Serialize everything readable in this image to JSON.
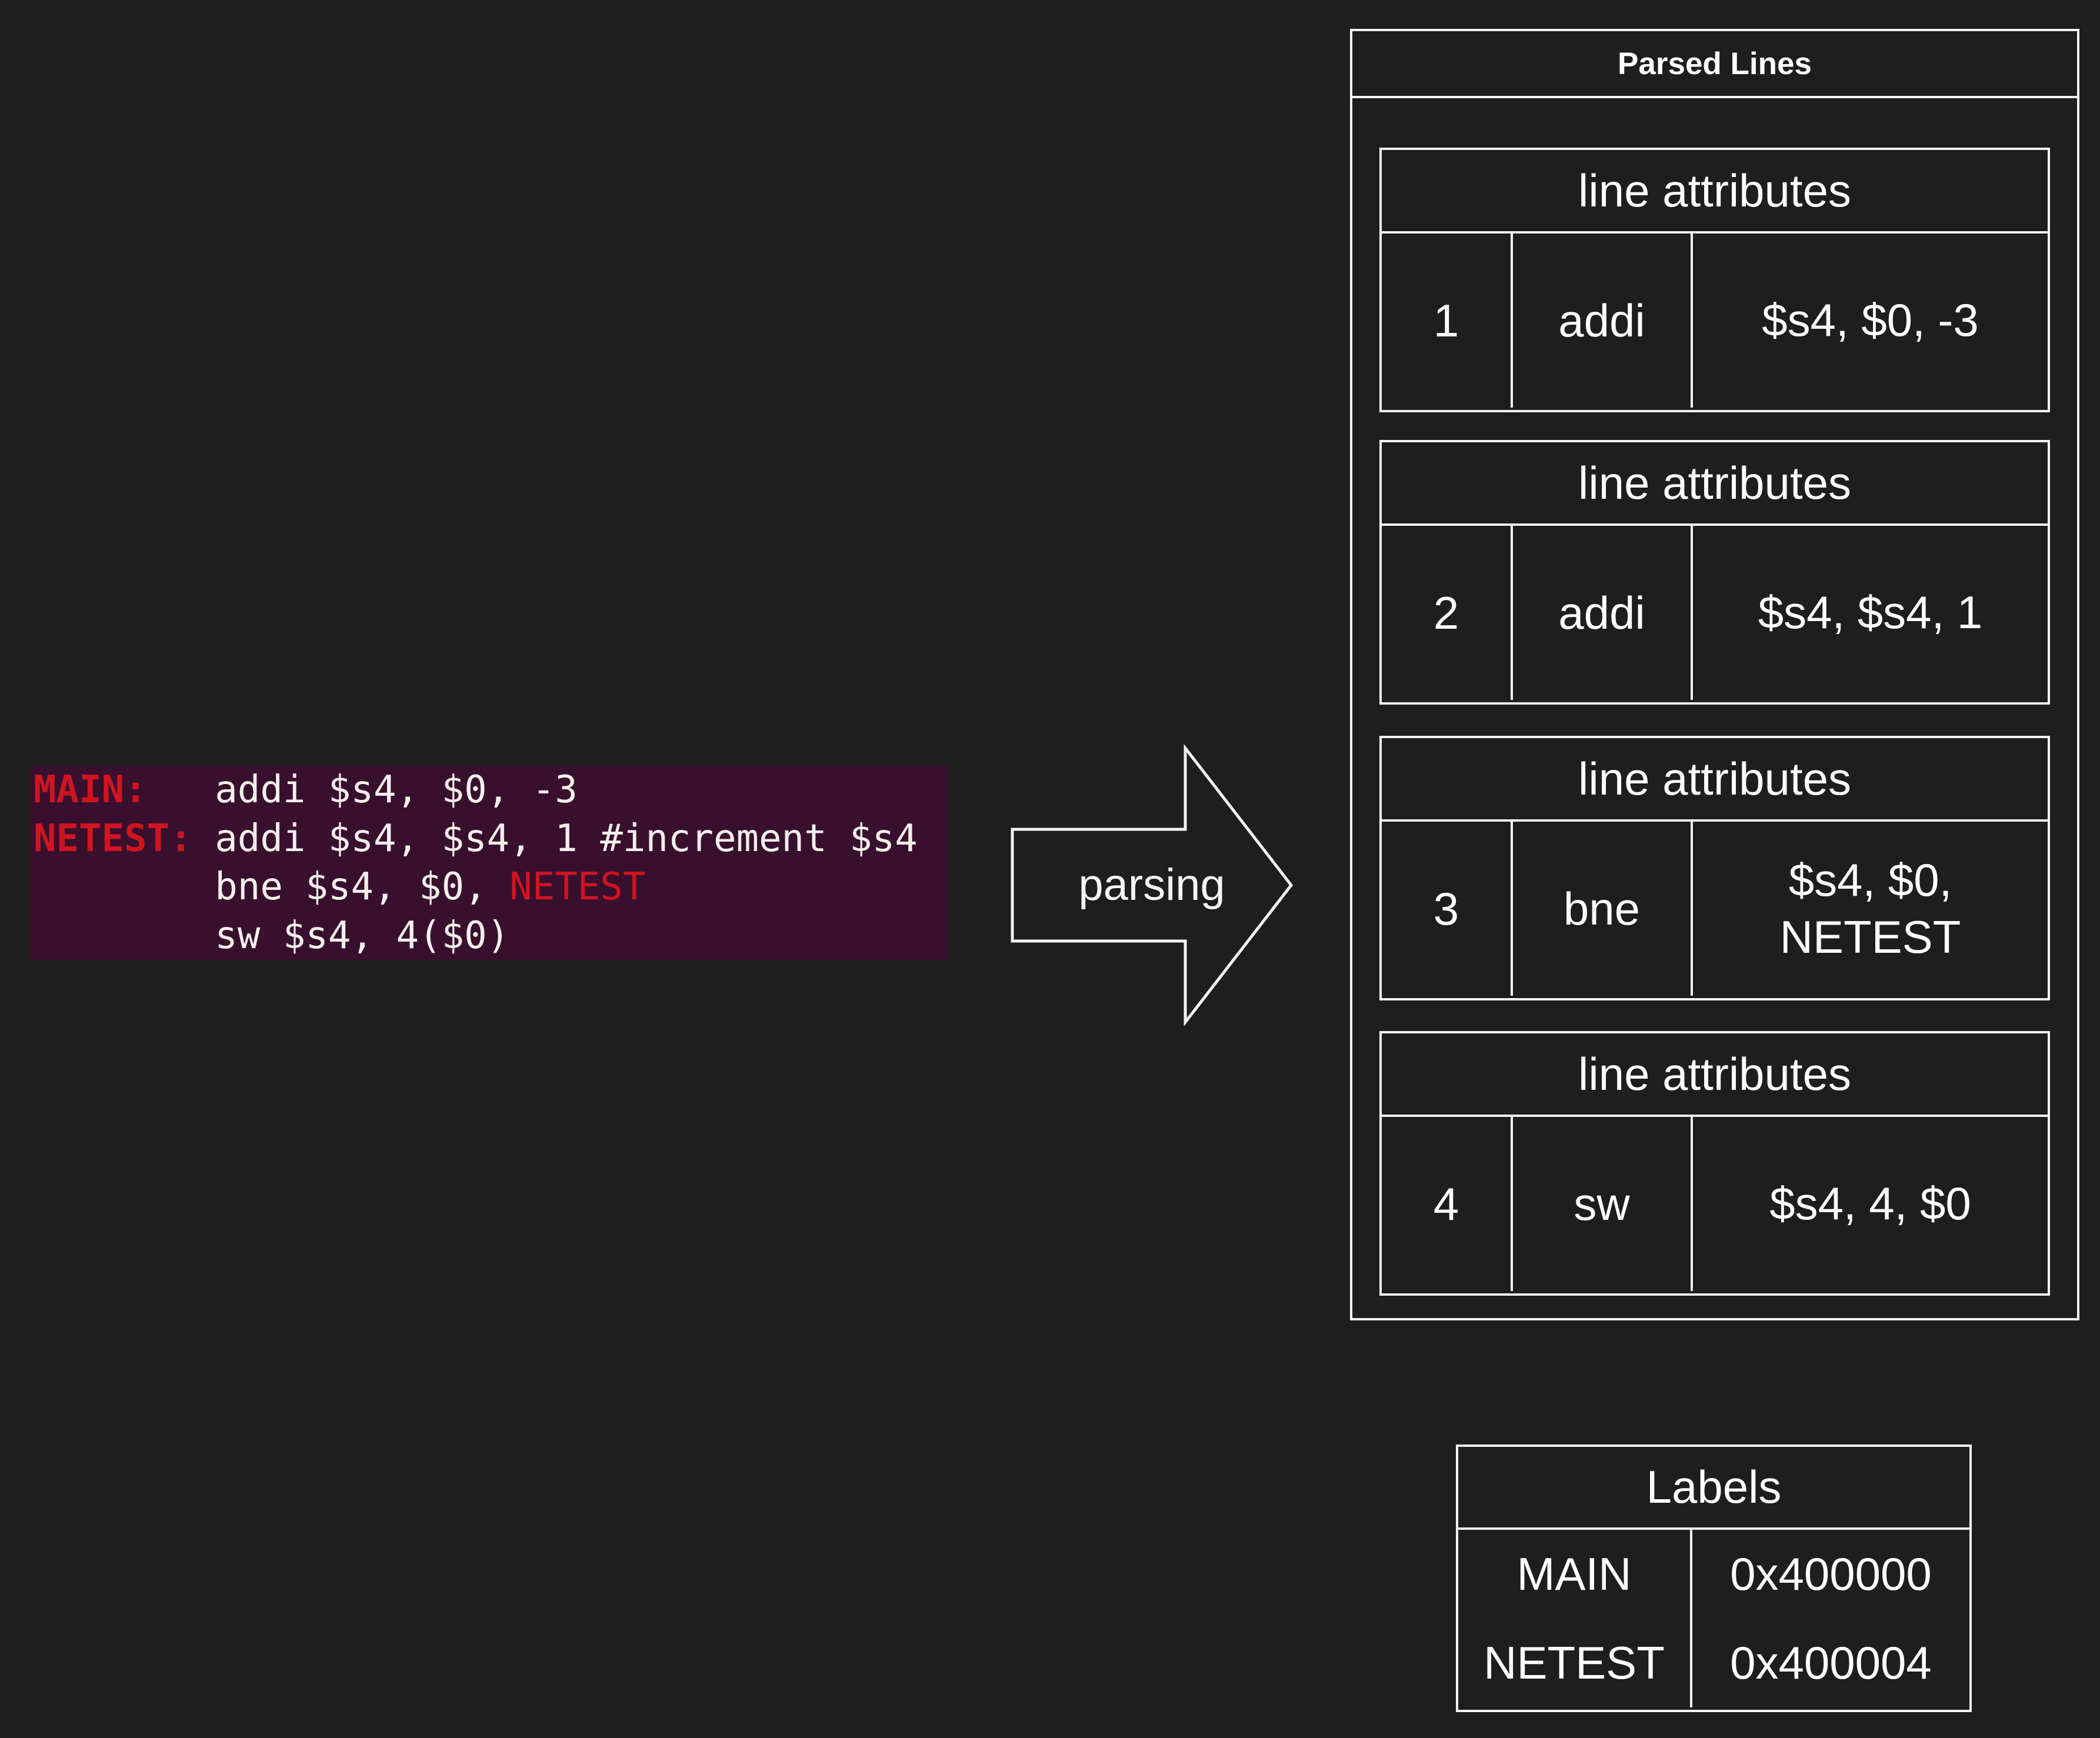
{
  "colors": {
    "background": "#1e1e1e",
    "border": "#f2f2f2",
    "text": "#ffffff",
    "code_background": "#38102e",
    "code_text": "#f5f0eb",
    "code_accent_red": "#d01421"
  },
  "source_code": {
    "line1_label": "MAIN:",
    "line1_code": "   addi $s4, $0, -3",
    "line2_label": "NETEST:",
    "line2_code": " addi $s4, $s4, 1 #increment $s4",
    "line3_code": "        bne $s4, $0, ",
    "line3_ref": "NETEST",
    "line4_code": "        sw $s4, 4($0)"
  },
  "arrow": {
    "label": "parsing"
  },
  "parsed_lines": {
    "title": "Parsed Lines",
    "tables": [
      {
        "header": "line attributes",
        "number": "1",
        "opcode": "addi",
        "operands": "$s4, $0, -3"
      },
      {
        "header": "line attributes",
        "number": "2",
        "opcode": "addi",
        "operands": "$s4, $s4, 1"
      },
      {
        "header": "line attributes",
        "number": "3",
        "opcode": "bne",
        "operands": "$s4, $0,\nNETEST"
      },
      {
        "header": "line attributes",
        "number": "4",
        "opcode": "sw",
        "operands": "$s4, 4, $0"
      }
    ]
  },
  "labels": {
    "title": "Labels",
    "rows": [
      {
        "name": "MAIN",
        "address": "0x400000"
      },
      {
        "name": "NETEST",
        "address": "0x400004"
      }
    ]
  }
}
